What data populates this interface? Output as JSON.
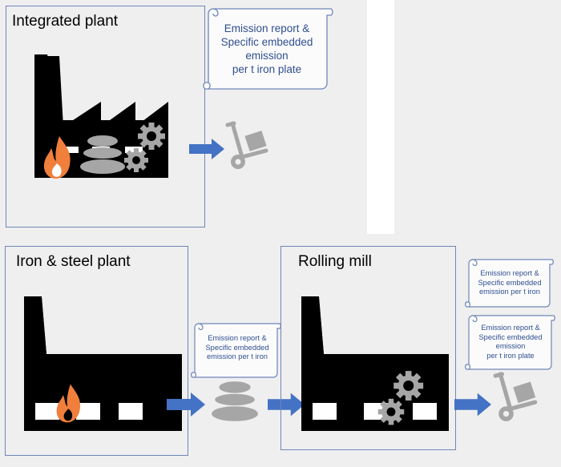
{
  "integrated": {
    "title": "Integrated plant",
    "report_lines": [
      "Emission report &",
      "Specific embedded",
      "emission",
      "per t iron plate"
    ]
  },
  "iron_steel": {
    "title": "Iron & steel plant",
    "report_lines": [
      "Emission report &",
      "Specific embedded",
      "emission per t iron"
    ]
  },
  "rolling": {
    "title": "Rolling mill",
    "report_iron_lines": [
      "Emission report &",
      "Specific embedded",
      "emission per t iron"
    ],
    "report_plate_lines": [
      "Emission report &",
      "Specific embedded",
      "emission",
      "per t iron plate"
    ]
  },
  "colors": {
    "box_border": "#6f86b8",
    "arrow": "#4472c4",
    "flame": "#f07f3c",
    "gray_icon": "#a6a6a6",
    "report_text": "#2f4f8f"
  },
  "icons": [
    "factory-icon",
    "flame-icon",
    "stones-icon",
    "gear-icon",
    "hand-truck-icon",
    "scroll-icon",
    "arrow-right-icon"
  ]
}
